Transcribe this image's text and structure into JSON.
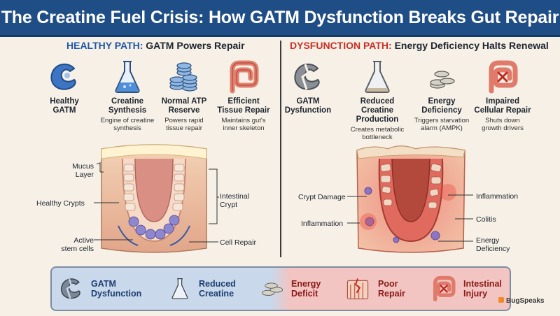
{
  "title": "The Creatine Fuel Crisis: How GATM Dysfunction Breaks Gut Repair",
  "healthy": {
    "heading_kw": "HEALTHY PATH:",
    "heading_rest": "GATM Powers Repair",
    "steps": [
      {
        "icon": "gatm-enzyme-icon",
        "title_1": "Healthy",
        "title_2": "GATM",
        "desc_1": "",
        "desc_2": ""
      },
      {
        "icon": "flask-icon",
        "title_1": "Creatine",
        "title_2": "Synthesis",
        "desc_1": "Engine of creatine",
        "desc_2": "synthesis"
      },
      {
        "icon": "atp-coins-icon",
        "title_1": "Normal ATP",
        "title_2": "Reserve",
        "desc_1": "Powers rapid",
        "desc_2": "tissue repair"
      },
      {
        "icon": "intestine-icon",
        "title_1": "Efficient",
        "title_2": "Tissue Repair",
        "desc_1": "Maintains gut's",
        "desc_2": "inner skeleton"
      }
    ],
    "labels": {
      "mucus_1": "Mucus",
      "mucus_2": "Layer",
      "crypts": "Healthy Crypts",
      "stem_1": "Active",
      "stem_2": "stem cells",
      "intestinal_1": "Intestinal",
      "intestinal_2": "Crypt",
      "cell_repair": "Cell Repair"
    }
  },
  "dysfunction": {
    "heading_kw": "DYSFUNCTION PATH:",
    "heading_rest": "Energy Deficiency Halts Renewal",
    "steps": [
      {
        "icon": "broken-gatm-icon",
        "title_1": "GATM",
        "title_2": "Dysfunction",
        "desc_1": "",
        "desc_2": ""
      },
      {
        "icon": "empty-flask-icon",
        "title_1": "Reduced Creatine",
        "title_2": "Production",
        "desc_1": "Creates metabolic",
        "desc_2": "bottleneck"
      },
      {
        "icon": "few-coins-icon",
        "title_1": "Energy",
        "title_2": "Deficiency",
        "desc_1": "Triggers starvation",
        "desc_2": "alarm (AMPK)"
      },
      {
        "icon": "damaged-intestine-icon",
        "title_1": "Impaired",
        "title_2": "Cellular Repair",
        "desc_1": "Shuts down",
        "desc_2": "growth drivers"
      }
    ],
    "labels": {
      "crypt_damage": "Crypt Damage",
      "inflammation_left": "Inflammation",
      "inflammation_right": "Inflammation",
      "colitis": "Colitis",
      "energy_1": "Energy",
      "energy_2": "Deficiency"
    }
  },
  "chain": [
    {
      "icon": "broken-gatm-icon",
      "line_1": "GATM",
      "line_2": "Dysfunction"
    },
    {
      "icon": "empty-flask-icon",
      "line_1": "Reduced",
      "line_2": "Creatine"
    },
    {
      "icon": "few-coins-icon",
      "line_1": "Energy",
      "line_2": "Deficit"
    },
    {
      "icon": "broken-tissue-icon",
      "line_1": "Poor",
      "line_2": "Repair"
    },
    {
      "icon": "damaged-intestine-icon",
      "line_1": "Intestinal",
      "line_2": "Injury"
    }
  ],
  "brand": "BugSpeaks",
  "colors": {
    "banner": "#1f4d86",
    "healthy_accent": "#1f57a8",
    "dysfunction_accent": "#c83026",
    "background": "#f6f0e6"
  }
}
